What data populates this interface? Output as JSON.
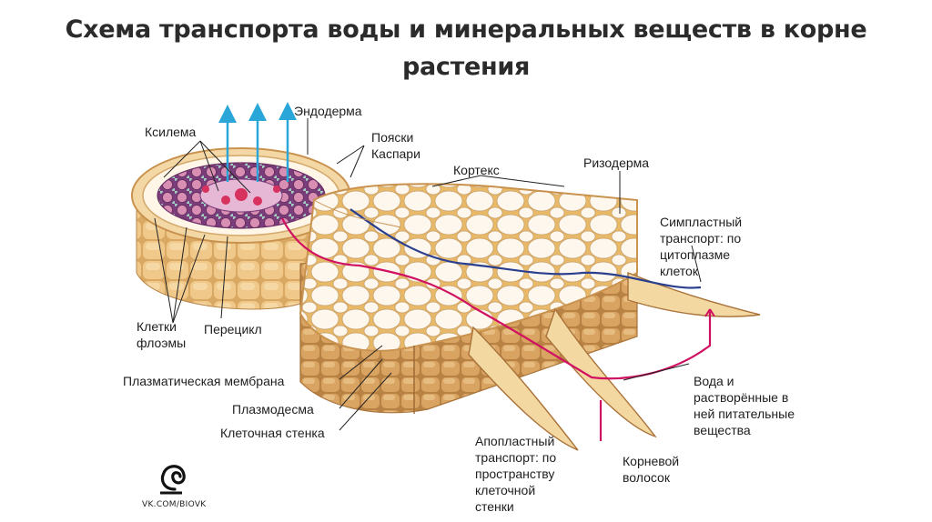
{
  "title": {
    "line1": "Схема транспорта воды и минеральных веществ в корне",
    "line2": "растения"
  },
  "labels": {
    "xylem": "Ксилема",
    "endodermis": "Эндодерма",
    "casparian_strips": "Пояски\nКаспари",
    "cortex": "Кортекс",
    "rhizodermis": "Ризодерма",
    "symplast": "Симпластный\nтранспорт: по\nцитоплазме\nклеток",
    "phloem_cells": "Клетки\nфлоэмы",
    "pericycle": "Перецикл",
    "plasma_membrane": "Плазматическая мембрана",
    "plasmodesma": "Плазмодесма",
    "cell_wall": "Клеточная стенка",
    "water_nutrients": "Вода и\nрастворённые в\nней питательные\nвещества",
    "apoplast": "Апопластный\nтранспорт: по\nпространству\nклеточной\nстенки",
    "root_hair": "Корневой\nволосок"
  },
  "logo": {
    "text": "VK.COM/BIOVK"
  },
  "colors": {
    "symplast_path": "#2b3f8f",
    "apoplast_path": "#d01060",
    "water_arrow": "#2aa6d8",
    "cell_fill": "#fbf4ea",
    "cell_wall": "#e2b86a",
    "side_wall": "#c9924f"
  }
}
